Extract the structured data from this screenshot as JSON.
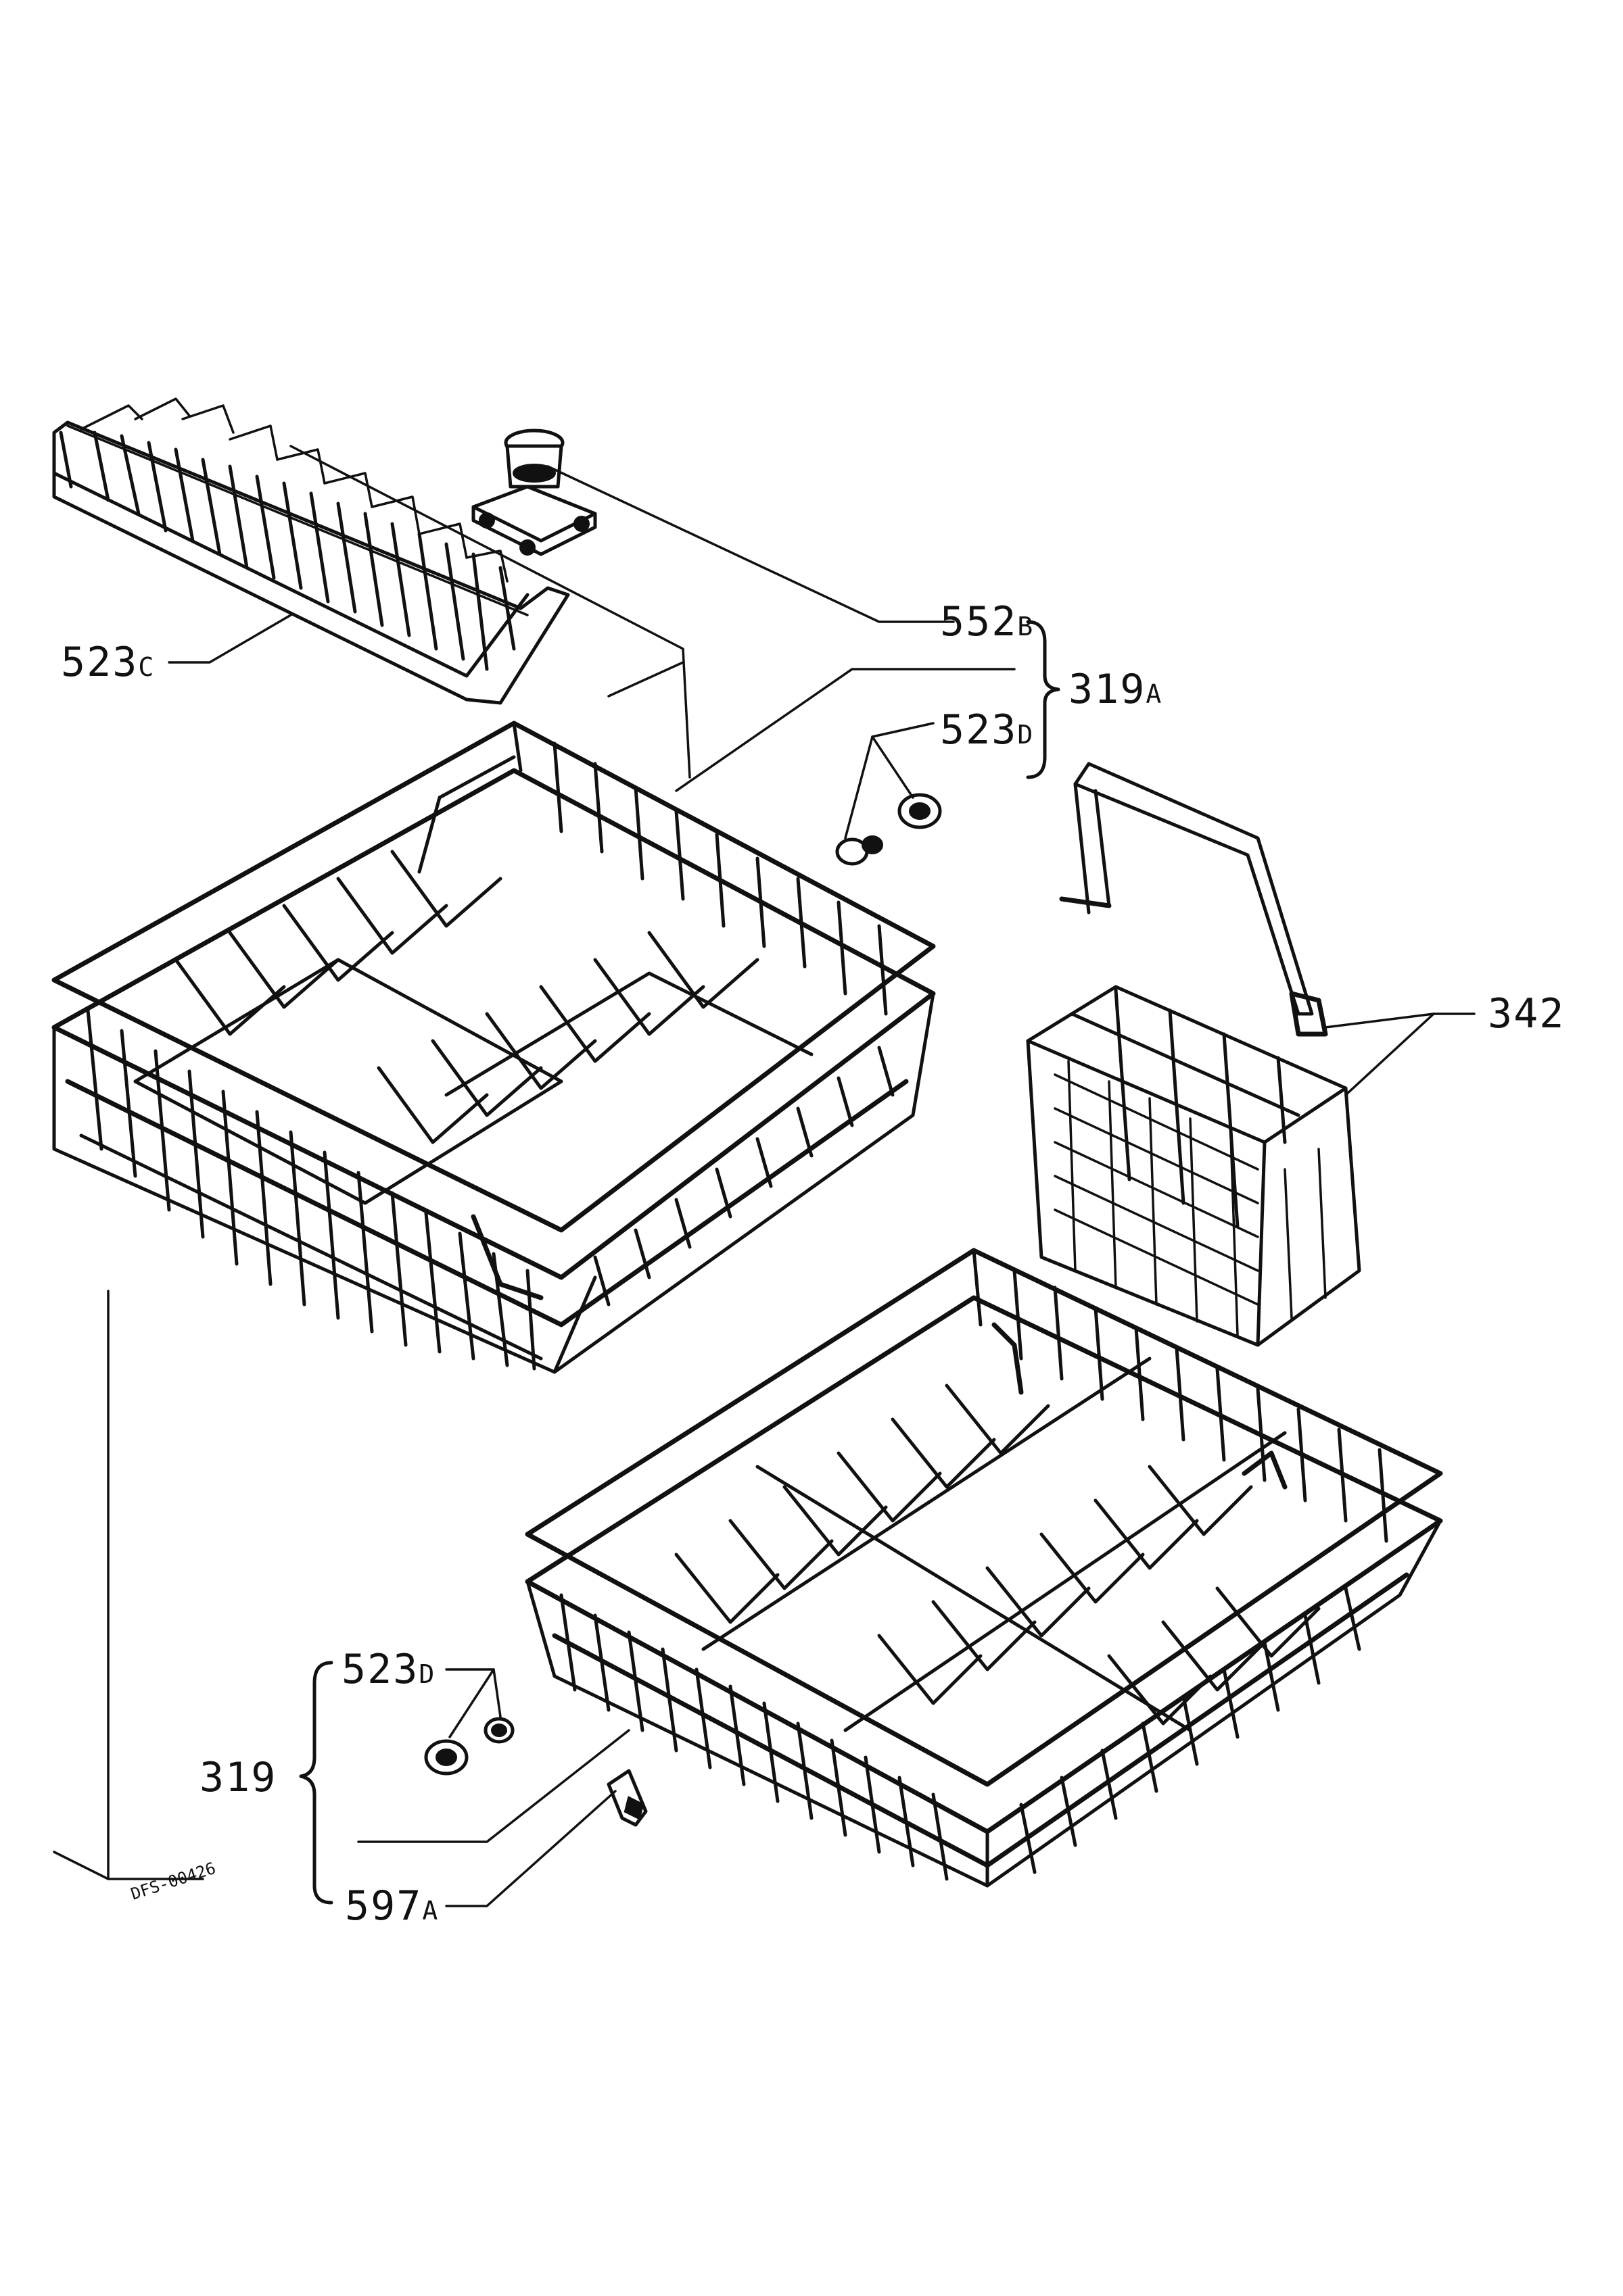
{
  "callouts": [
    {
      "id": "523C",
      "main": "523",
      "suffix": "C"
    },
    {
      "id": "552B",
      "main": "552",
      "suffix": "B"
    },
    {
      "id": "319A",
      "main": "319",
      "suffix": "A"
    },
    {
      "id": "523D-top",
      "main": "523",
      "suffix": "D"
    },
    {
      "id": "342",
      "main": "342",
      "suffix": ""
    },
    {
      "id": "523D-bottom",
      "main": "523",
      "suffix": "D"
    },
    {
      "id": "319",
      "main": "319",
      "suffix": ""
    },
    {
      "id": "597A",
      "main": "597",
      "suffix": "A"
    }
  ],
  "drawing_code": "DFS-00426"
}
